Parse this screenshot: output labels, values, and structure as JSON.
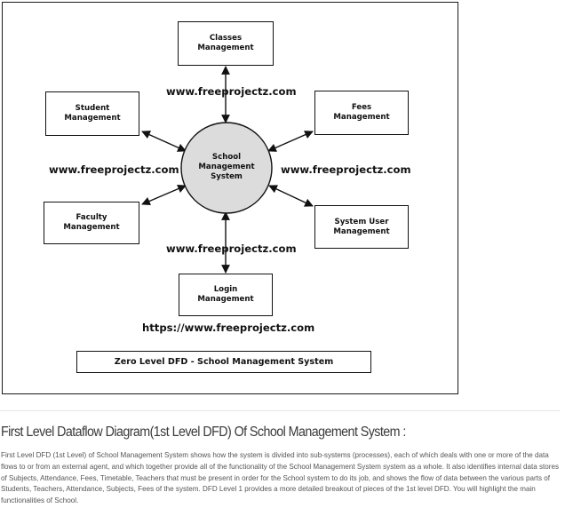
{
  "diagram": {
    "processes": {
      "center": "School\nManagement\nSystem"
    },
    "entities": {
      "classes": "Classes\nManagement",
      "student": "Student\nManagement",
      "fees": "Fees\nManagement",
      "faculty": "Faculty\nManagement",
      "system_user": "System User\nManagement",
      "login": "Login\nManagement"
    },
    "watermarks": {
      "top": "www.freeprojectz.com",
      "left": "www.freeprojectz.com",
      "right": "www.freeprojectz.com",
      "bottom": "www.freeprojectz.com",
      "url": "https://www.freeprojectz.com"
    },
    "caption": "Zero Level DFD - School Management System",
    "colors": {
      "process_fill": "#dcdcdc",
      "stroke": "#111111"
    }
  },
  "article": {
    "heading": "First Level Dataflow Diagram(1st Level DFD) Of School Management System :",
    "paragraph": "First Level DFD (1st Level) of School Management System shows how the system is divided into sub-systems (processes), each of which deals with one or more of the data flows to or from an external agent, and which together provide all of the functionality of the School Management System system as a whole. It also identifies internal data stores of Subjects, Attendance, Fees, Timetable, Teachers that must be present in order for the School system to do its job, and shows the flow of data between the various parts of Students, Teachers, Attendance, Subjects, Fees of the system. DFD Level 1 provides a more detailed breakout of pieces of the 1st level DFD. You will highlight the main functionalities of School."
  }
}
